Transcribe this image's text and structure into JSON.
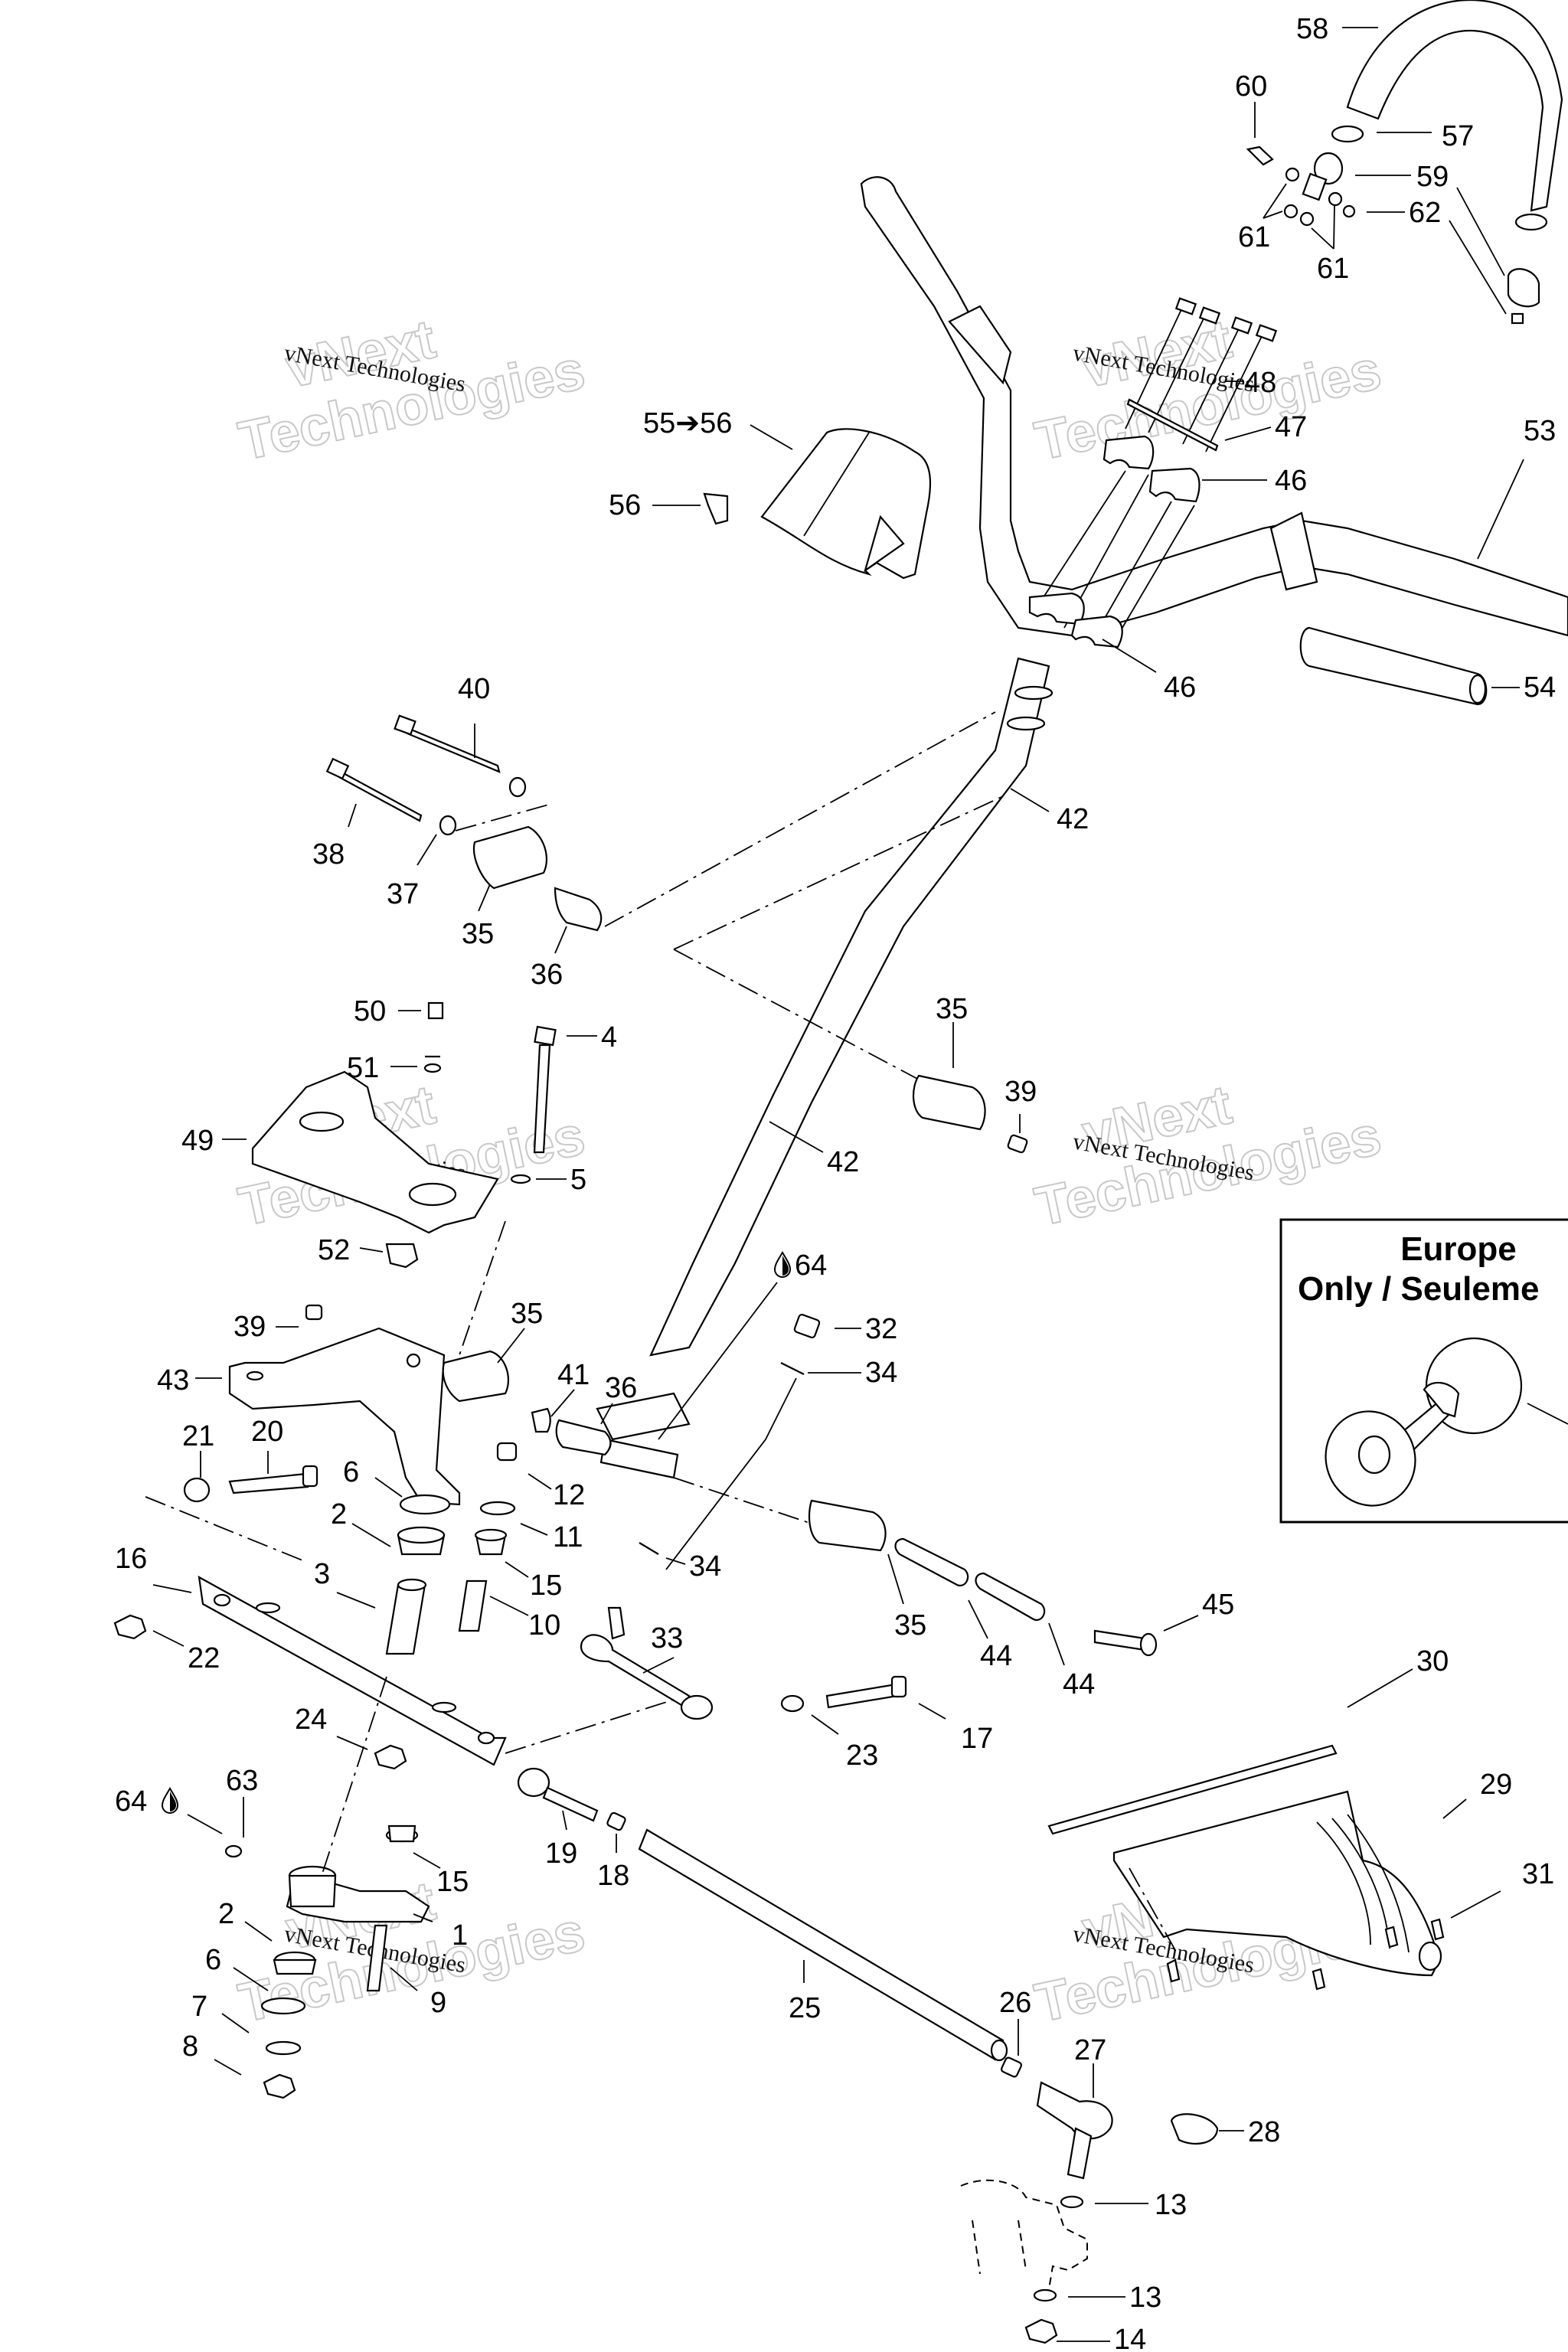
{
  "diagram": {
    "title": "Steering system exploded parts diagram",
    "watermark": {
      "small_text": "vNext Technologies",
      "large_line1": "vNext",
      "large_line2": "Technologies"
    },
    "inset": {
      "title_line1": "Europe",
      "title_line2": "Only / Seulement",
      "visible_title_line2": "Only / Seuleme",
      "content": "horn"
    },
    "lubricant_icon": "oil-drop-icon",
    "callouts": [
      {
        "id": "1",
        "text": "1"
      },
      {
        "id": "2a",
        "text": "2"
      },
      {
        "id": "2b",
        "text": "2"
      },
      {
        "id": "3",
        "text": "3"
      },
      {
        "id": "4",
        "text": "4"
      },
      {
        "id": "5",
        "text": "5"
      },
      {
        "id": "6a",
        "text": "6"
      },
      {
        "id": "6b",
        "text": "6"
      },
      {
        "id": "7",
        "text": "7"
      },
      {
        "id": "8",
        "text": "8"
      },
      {
        "id": "9",
        "text": "9"
      },
      {
        "id": "10",
        "text": "10"
      },
      {
        "id": "11",
        "text": "11"
      },
      {
        "id": "12",
        "text": "12"
      },
      {
        "id": "13a",
        "text": "13"
      },
      {
        "id": "13b",
        "text": "13"
      },
      {
        "id": "14",
        "text": "14"
      },
      {
        "id": "15a",
        "text": "15"
      },
      {
        "id": "15b",
        "text": "15"
      },
      {
        "id": "16",
        "text": "16"
      },
      {
        "id": "17",
        "text": "17"
      },
      {
        "id": "18",
        "text": "18"
      },
      {
        "id": "19",
        "text": "19"
      },
      {
        "id": "20",
        "text": "20"
      },
      {
        "id": "21",
        "text": "21"
      },
      {
        "id": "22",
        "text": "22"
      },
      {
        "id": "23",
        "text": "23"
      },
      {
        "id": "24",
        "text": "24"
      },
      {
        "id": "25",
        "text": "25"
      },
      {
        "id": "26",
        "text": "26"
      },
      {
        "id": "27",
        "text": "27"
      },
      {
        "id": "28",
        "text": "28"
      },
      {
        "id": "29",
        "text": "29"
      },
      {
        "id": "30",
        "text": "30"
      },
      {
        "id": "31",
        "text": "31"
      },
      {
        "id": "32",
        "text": "32"
      },
      {
        "id": "33",
        "text": "33"
      },
      {
        "id": "34a",
        "text": "34"
      },
      {
        "id": "34b",
        "text": "34"
      },
      {
        "id": "35a",
        "text": "35"
      },
      {
        "id": "35b",
        "text": "35"
      },
      {
        "id": "35c",
        "text": "35"
      },
      {
        "id": "35d",
        "text": "35"
      },
      {
        "id": "36a",
        "text": "36"
      },
      {
        "id": "36b",
        "text": "36"
      },
      {
        "id": "37",
        "text": "37"
      },
      {
        "id": "38",
        "text": "38"
      },
      {
        "id": "39a",
        "text": "39"
      },
      {
        "id": "39b",
        "text": "39"
      },
      {
        "id": "40",
        "text": "40"
      },
      {
        "id": "41",
        "text": "41"
      },
      {
        "id": "42a",
        "text": "42"
      },
      {
        "id": "42b",
        "text": "42"
      },
      {
        "id": "43",
        "text": "43"
      },
      {
        "id": "44a",
        "text": "44"
      },
      {
        "id": "44b",
        "text": "44"
      },
      {
        "id": "45",
        "text": "45"
      },
      {
        "id": "46a",
        "text": "46"
      },
      {
        "id": "46b",
        "text": "46"
      },
      {
        "id": "47",
        "text": "47"
      },
      {
        "id": "48",
        "text": "48"
      },
      {
        "id": "49",
        "text": "49"
      },
      {
        "id": "50",
        "text": "50"
      },
      {
        "id": "51",
        "text": "51"
      },
      {
        "id": "52",
        "text": "52"
      },
      {
        "id": "53",
        "text": "53"
      },
      {
        "id": "54",
        "text": "54"
      },
      {
        "id": "55to56",
        "text": "55➔56"
      },
      {
        "id": "56",
        "text": "56"
      },
      {
        "id": "57",
        "text": "57"
      },
      {
        "id": "58",
        "text": "58"
      },
      {
        "id": "59",
        "text": "59"
      },
      {
        "id": "60",
        "text": "60"
      },
      {
        "id": "61a",
        "text": "61"
      },
      {
        "id": "61b",
        "text": "61"
      },
      {
        "id": "62",
        "text": "62"
      },
      {
        "id": "63",
        "text": "63"
      },
      {
        "id": "64a",
        "text": "64"
      },
      {
        "id": "64b",
        "text": "64"
      }
    ]
  }
}
